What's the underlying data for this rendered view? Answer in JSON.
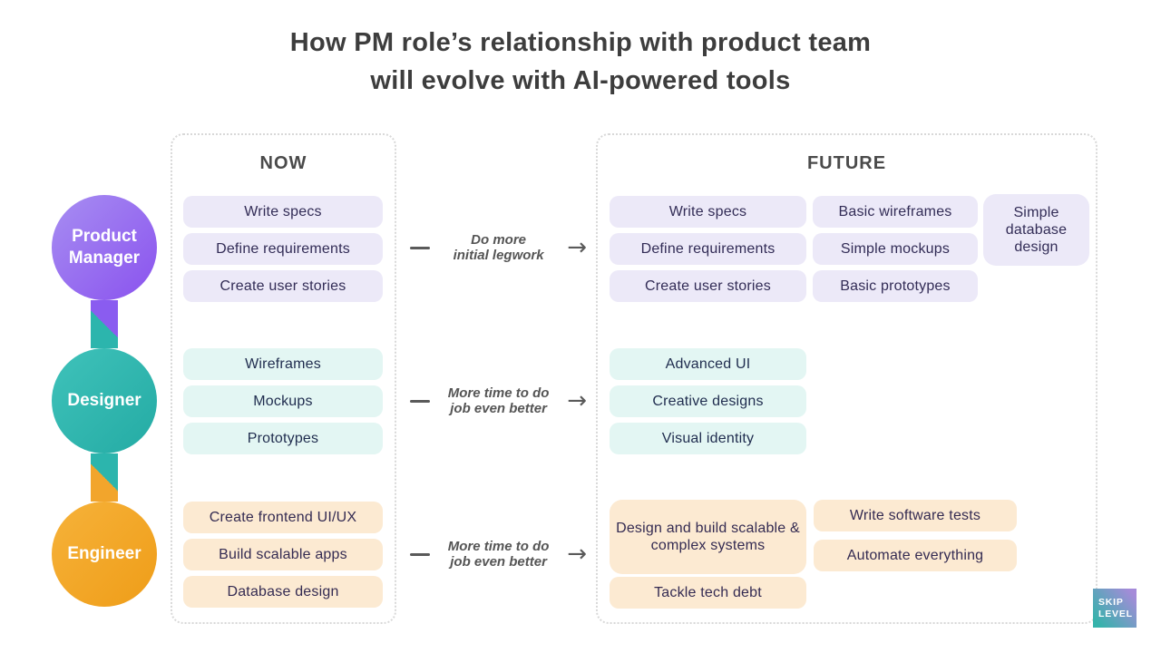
{
  "title": {
    "line1": "How PM role’s relationship with product team",
    "line2": "will evolve with AI-powered tools"
  },
  "columns": {
    "now": "NOW",
    "future": "FUTURE"
  },
  "roles": [
    {
      "name": "Product Manager",
      "label_lines": [
        "Product",
        "Manager"
      ],
      "now": [
        "Write specs",
        "Define requirements",
        "Create user stories"
      ],
      "future": [
        [
          "Write specs",
          "Define requirements",
          "Create user stories"
        ],
        [
          "Basic wireframes",
          "Simple mockups",
          "Basic prototypes"
        ],
        [
          "Simple database design"
        ]
      ]
    },
    {
      "name": "Designer",
      "label_lines": [
        "Designer"
      ],
      "now": [
        "Wireframes",
        "Mockups",
        "Prototypes"
      ],
      "future": [
        [
          "Advanced UI",
          "Creative designs",
          "Visual identity"
        ]
      ]
    },
    {
      "name": "Engineer",
      "label_lines": [
        "Engineer"
      ],
      "now": [
        "Create frontend UI/UX",
        "Build scalable apps",
        "Database design"
      ],
      "future": [
        [
          "Design and build scalable & complex systems",
          "Tackle tech debt"
        ],
        [
          "Write software tests",
          "Automate everything"
        ]
      ]
    }
  ],
  "arrows": [
    {
      "lines": [
        "Do more",
        "initial legwork"
      ]
    },
    {
      "lines": [
        "More time to do",
        "job even better"
      ]
    },
    {
      "lines": [
        "More time to do",
        "job even better"
      ]
    }
  ],
  "logo": {
    "lines": [
      "SKIP",
      "LEVEL"
    ]
  },
  "colors": {
    "pm_accent": "#8a5cf0",
    "designer_accent": "#2cb5ad",
    "engineer_accent": "#f2a52c",
    "pm_pill_bg": "#ece9f8",
    "designer_pill_bg": "#e3f6f3",
    "engineer_pill_bg": "#fcead2",
    "title_text": "#3d3d3d",
    "pill_text": "#322c56"
  }
}
